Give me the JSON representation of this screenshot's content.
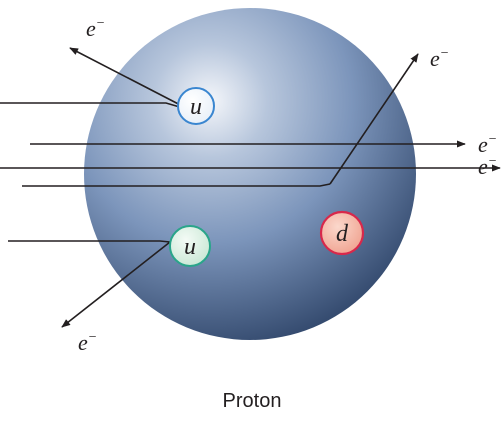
{
  "caption": "Proton",
  "electron": {
    "symbol": "e",
    "charge": "−"
  },
  "quarks": [
    {
      "letter": "u",
      "fill": "#e6eef8",
      "ring": "#3a86d0"
    },
    {
      "letter": "u",
      "fill": "#dcefe4",
      "ring": "#2aa58a"
    },
    {
      "letter": "d",
      "fill": "#f3b7a8",
      "ring": "#d8284b"
    }
  ],
  "colors": {
    "sphere_highlight": "#f4f6fa",
    "sphere_mid": "#7c95bb",
    "sphere_dark": "#2e4468",
    "line": "#231f20"
  }
}
